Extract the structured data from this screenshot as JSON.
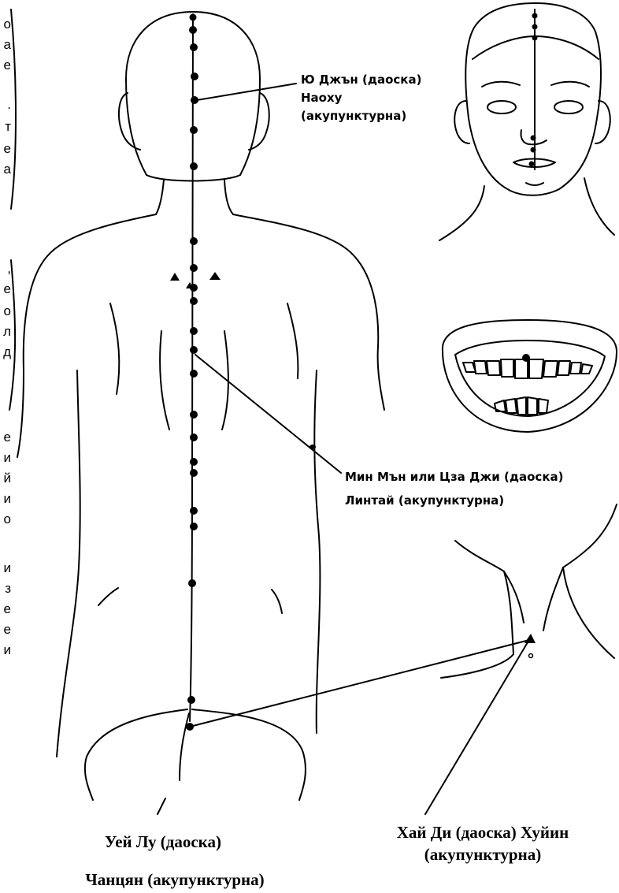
{
  "edge_text": [
    "о",
    "а",
    "е",
    ".",
    "т",
    "е",
    "а",
    ",",
    "е",
    "о",
    "л",
    "д",
    "е",
    "и",
    "й",
    "и",
    "о",
    "и",
    "з",
    "е",
    "е",
    "и"
  ],
  "labels": {
    "head_point": [
      "Ю Джън (даоска)",
      "Наоху",
      "(акупунктурна)"
    ],
    "back_point": [
      "Мин Мън или Цза Джи (даоска)",
      "Линтай (акупунктурна)"
    ]
  },
  "captions": {
    "wei_lu": "Уей Лу (даоска)",
    "hai_di_line1": "Хай Ди (даоска) Хуйин",
    "hai_di_line2": "(акупунктурна)",
    "chanqiang": "Чанцян (акупунктурна)"
  }
}
